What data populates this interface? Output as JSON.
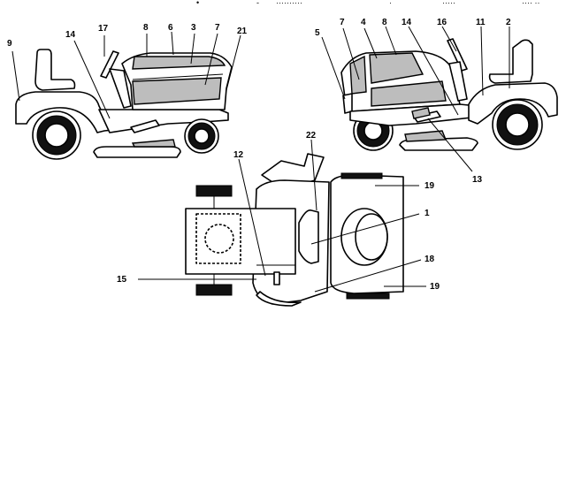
{
  "header_fragments": [
    "•",
    "-",
    "··········",
    "·",
    "·····",
    "···· ··"
  ],
  "callouts": {
    "left_view": [
      "9",
      "14",
      "17",
      "8",
      "6",
      "3",
      "7",
      "21"
    ],
    "right_view": [
      "5",
      "7",
      "4",
      "8",
      "14",
      "16",
      "11",
      "2",
      "13"
    ],
    "top_view": [
      "22",
      "12",
      "19",
      "1",
      "15",
      "18",
      "19"
    ]
  },
  "colors": {
    "line": "#000000",
    "decal_fill": "#bdbdbd",
    "tire_fill": "#111111",
    "background": "#ffffff"
  }
}
